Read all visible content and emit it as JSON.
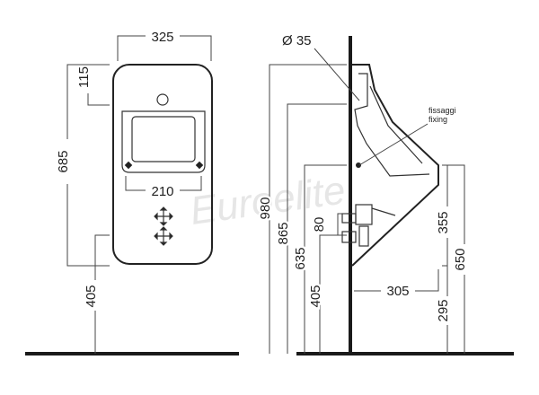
{
  "front_view": {
    "width_top": "325",
    "top_offset": "115",
    "body_height": "685",
    "inner_width": "210",
    "floor_height": "405"
  },
  "side_view": {
    "inlet_diameter": "Ø 35",
    "fixing_it": "fissaggi",
    "fixing_en": "fixing",
    "height_980": "980",
    "height_865": "865",
    "height_635": "635",
    "height_405": "405",
    "height_80": "80",
    "depth_305": "305",
    "height_355": "355",
    "height_650": "650",
    "height_295": "295"
  },
  "watermark": "Euroelite"
}
